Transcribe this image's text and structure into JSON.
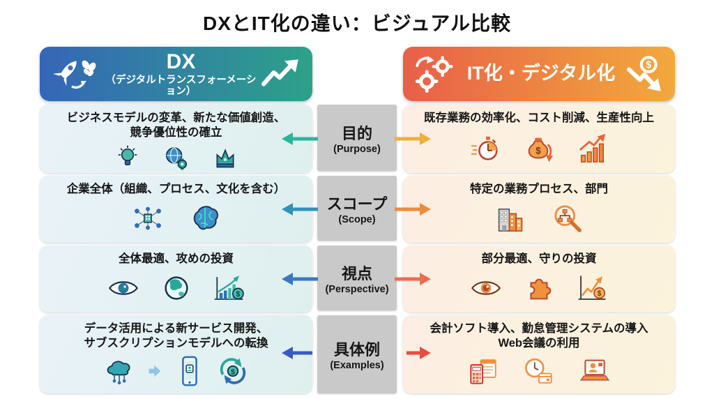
{
  "title": "DXとIT化の違い：ビジュアル比較",
  "colors": {
    "dx_header_gradient": [
      "#3566b8",
      "#2da189"
    ],
    "it_header_gradient": [
      "#e85f49",
      "#f2a93b"
    ],
    "dx_row_bg": "#e7f1f5",
    "it_row_bg": "#fcf1e2",
    "center_box_bg": "#c9c9c9",
    "dx_arrow_colors": [
      "#2ab59b",
      "#2f93b8",
      "#3a78c4",
      "#3a5cc0"
    ],
    "it_arrow_colors": [
      "#f0ae3c",
      "#ef8b3c",
      "#ec6c4c",
      "#e84c44"
    ]
  },
  "center_labels": [
    {
      "ja": "目的",
      "en": "(Purpose)"
    },
    {
      "ja": "スコープ",
      "en": "(Scope)"
    },
    {
      "ja": "視点",
      "en": "(Perspective)"
    },
    {
      "ja": "具体例",
      "en": "(Examples)"
    }
  ],
  "dx_column": {
    "header": {
      "title": "DX",
      "subtitle": "（デジタルトランスフォーメーション）",
      "icons": [
        "rocket-butterfly-icon",
        "trend-up-arrow-icon"
      ]
    },
    "rows": [
      {
        "line1": "ビジネスモデルの変革、新たな価値創造、",
        "line2": "競争優位性の確立",
        "icons": [
          "lightbulb-icon",
          "globe-gear-icon",
          "crown-icon"
        ]
      },
      {
        "line1": "企業全体（組織、プロセス、文化を含む）",
        "icons": [
          "org-network-icon",
          "brain-icon"
        ]
      },
      {
        "line1": "全体最適、攻めの投資",
        "icons": [
          "eye-icon",
          "globe-icon",
          "growth-chart-dollar-icon"
        ]
      },
      {
        "line1": "データ活用による新サービス開発、",
        "line2": "サブスクリプションモデルへの転換",
        "icons": [
          "cloud-data-icon",
          "flow-arrow-icon",
          "smartphone-app-icon",
          "subscription-cycle-icon"
        ]
      }
    ]
  },
  "it_column": {
    "header": {
      "title": "IT化・デジタル化",
      "icons": [
        "gears-icon",
        "dollar-down-arrow-icon"
      ]
    },
    "rows": [
      {
        "line1": "既存業務の効率化、コスト削減、生産性向上",
        "icons": [
          "stopwatch-icon",
          "money-bag-down-icon",
          "bar-chart-up-icon"
        ]
      },
      {
        "line1": "特定の業務プロセス、部門",
        "icons": [
          "office-buildings-icon",
          "magnifier-orgchart-icon"
        ]
      },
      {
        "line1": "部分最適、守りの投資",
        "icons": [
          "eye-icon",
          "puzzle-piece-icon",
          "line-chart-dollar-icon"
        ]
      },
      {
        "line1": "会計ソフト導入、勤怠管理システムの導入",
        "line2": "Web会議の利用",
        "icons": [
          "calculator-icon",
          "clock-card-icon",
          "laptop-video-call-icon"
        ]
      }
    ]
  }
}
